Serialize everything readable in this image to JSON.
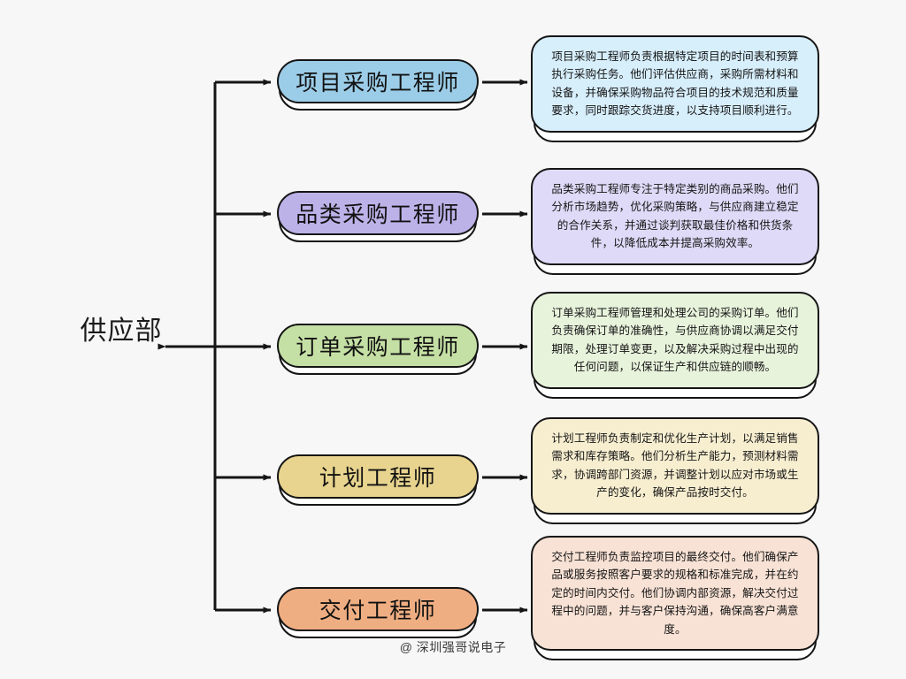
{
  "diagram": {
    "root": {
      "label": "供应部"
    },
    "watermark": "@ 深圳强哥说电子",
    "branches": [
      {
        "role": "项目采购工程师",
        "pill_color": "#9ccde8",
        "box_color": "#d7eefb",
        "description": "项目采购工程师负责根据特定项目的时间表和预算执行采购任务。他们评估供应商，采购所需材料和设备，并确保采购物品符合项目的技术规范和质量要求，同时跟踪交货进度，以支持项目顺利进行。"
      },
      {
        "role": "品类采购工程师",
        "pill_color": "#bdb2e8",
        "box_color": "#dfdaf7",
        "description": "品类采购工程师专注于特定类别的商品采购。他们分析市场趋势，优化采购策略，与供应商建立稳定的合作关系，并通过谈判获取最佳价格和供货条件，以降低成本并提高采购效率。"
      },
      {
        "role": "订单采购工程师",
        "pill_color": "#c5e0a5",
        "box_color": "#e8f3dc",
        "description": "订单采购工程师管理和处理公司的采购订单。他们负责确保订单的准确性，与供应商协调以满足交付期限，处理订单变更，以及解决采购过程中出现的任何问题，以保证生产和供应链的顺畅。"
      },
      {
        "role": "计划工程师",
        "pill_color": "#e8d48e",
        "box_color": "#f7eed0",
        "description": "计划工程师负责制定和优化生产计划，以满足销售需求和库存策略。他们分析生产能力，预测材料需求，协调跨部门资源，并调整计划以应对市场或生产的变化，确保产品按时交付。"
      },
      {
        "role": "交付工程师",
        "pill_color": "#efae82",
        "box_color": "#f8e2d5",
        "description": "交付工程师负责监控项目的最终交付。他们确保产品或服务按照客户要求的规格和标准完成，并在约定的时间内交付。他们协调内部资源，解决交付过程中的问题，并与客户保持沟通，确保高客户满意度。"
      }
    ],
    "colors": {
      "background": "#f7f7f7",
      "stroke": "#151515"
    }
  }
}
